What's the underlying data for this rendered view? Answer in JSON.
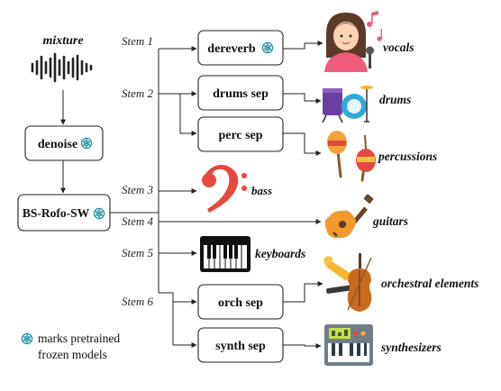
{
  "input": {
    "label": "mixture"
  },
  "nodes": {
    "denoise": {
      "label": "denoise"
    },
    "bsrofo": {
      "label": "BS-Rofo-SW"
    },
    "dereverb": {
      "label": "dereverb"
    },
    "drums_sep": {
      "label": "drums sep"
    },
    "perc_sep": {
      "label": "perc sep"
    },
    "orch_sep": {
      "label": "orch sep"
    },
    "synth_sep": {
      "label": "synth sep"
    }
  },
  "stems": [
    "Stem 1",
    "Stem 2",
    "Stem 3",
    "Stem 4",
    "Stem 5",
    "Stem 6"
  ],
  "outputs": {
    "vocals": "vocals",
    "drums": "drums",
    "percussions": "percussions",
    "bass": "bass",
    "guitars": "guitars",
    "keyboards": "keyboards",
    "orchestral": "orchestral elements",
    "synthesizers": "synthesizers"
  },
  "legend": {
    "line1": "marks pretrained",
    "line2": "frozen models"
  },
  "colors": {
    "frozen": "#1f8fa0",
    "stroke": "#222222",
    "bass": "#e5483f"
  }
}
